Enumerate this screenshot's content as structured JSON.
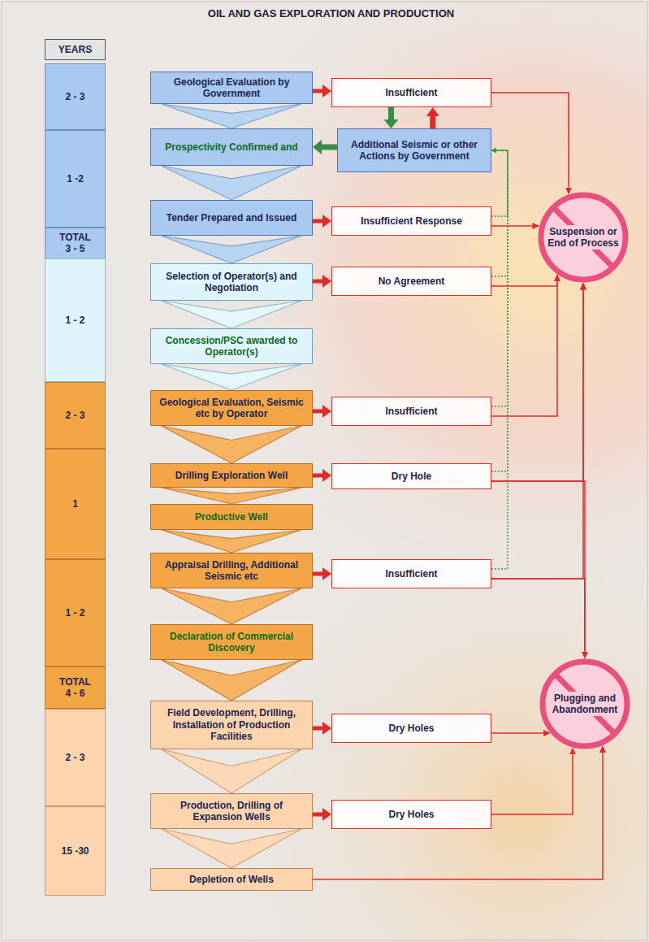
{
  "diagram": {
    "title": "OIL AND GAS EXPLORATION AND PRODUCTION",
    "nodes": [
      {
        "text": [
          "YEARS"
        ]
      },
      {
        "text": [
          "2 - 3"
        ]
      },
      {
        "text": [
          "1 -2"
        ]
      },
      {
        "text": [
          "TOTAL 3 - 5"
        ]
      },
      {
        "text": [
          "1 - 2"
        ]
      },
      {
        "text": [
          "2 - 3"
        ]
      },
      {
        "text": [
          "1"
        ]
      },
      {
        "text": [
          "1 - 2"
        ]
      },
      {
        "text": [
          "TOTAL 4 - 6"
        ]
      },
      {
        "text": [
          "2 - 3"
        ]
      },
      {
        "text": [
          "15 -30"
        ]
      },
      {
        "text": [
          "Geological Evaluation by Government"
        ]
      },
      {
        "text": [
          "Insufficient"
        ]
      },
      {
        "text": [
          "Prospectivity Confirmed and"
        ]
      },
      {
        "text": [
          "Additional Seismic or other Actions by Government"
        ]
      },
      {
        "text": [
          "Tender Prepared and Issued"
        ]
      },
      {
        "text": [
          "Insufficient Response"
        ]
      },
      {
        "text": [
          "Selection of Operator(s) and Negotiation"
        ]
      },
      {
        "text": [
          "No Agreement"
        ]
      },
      {
        "text": [
          "Concession/PSC awarded to Operator(s)"
        ]
      },
      {
        "text": [
          "Geological Evaluation, Seismic etc by Operator"
        ]
      },
      {
        "text": [
          "Insufficient"
        ]
      },
      {
        "text": [
          "Drilling Exploration Well"
        ]
      },
      {
        "text": [
          "Dry Hole"
        ]
      },
      {
        "text": [
          "Productive Well"
        ]
      },
      {
        "text": [
          "Appraisal Drilling, Additional Seismic etc"
        ]
      },
      {
        "text": [
          "Insufficient"
        ]
      },
      {
        "text": [
          "Declaration of Commercial Discovery"
        ]
      },
      {
        "text": [
          "Field Development, Drilling, Installation of Production Facilities"
        ]
      },
      {
        "text": [
          "Dry Holes"
        ]
      },
      {
        "text": [
          "Production, Drilling of Expansion Wells"
        ]
      },
      {
        "text": [
          "Dry Holes"
        ]
      },
      {
        "text": [
          "Depletion of Wells"
        ]
      },
      {
        "text": [
          "Suspension or End of Process"
        ]
      },
      {
        "text": [
          "Plugging and Abandonment"
        ]
      }
    ],
    "edges": [
      {
        "from": 11,
        "to": 13,
        "arrow": "to"
      },
      {
        "from": 13,
        "to": 15,
        "arrow": "to"
      },
      {
        "from": 15,
        "to": 17,
        "arrow": "to"
      },
      {
        "from": 17,
        "to": 19,
        "arrow": "to"
      },
      {
        "from": 19,
        "to": 20,
        "arrow": "to"
      },
      {
        "from": 20,
        "to": 22,
        "arrow": "to"
      },
      {
        "from": 22,
        "to": 24,
        "arrow": "to"
      },
      {
        "from": 24,
        "to": 25,
        "arrow": "to"
      },
      {
        "from": 25,
        "to": 27,
        "arrow": "to"
      },
      {
        "from": 27,
        "to": 28,
        "arrow": "to"
      },
      {
        "from": 28,
        "to": 30,
        "arrow": "to"
      },
      {
        "from": 30,
        "to": 32,
        "arrow": "to"
      },
      {
        "from": 11,
        "to": 12,
        "arrow": "to"
      },
      {
        "from": 15,
        "to": 16,
        "arrow": "to"
      },
      {
        "from": 17,
        "to": 18,
        "arrow": "to"
      },
      {
        "from": 20,
        "to": 21,
        "arrow": "to"
      },
      {
        "from": 22,
        "to": 23,
        "arrow": "to"
      },
      {
        "from": 25,
        "to": 26,
        "arrow": "to"
      },
      {
        "from": 28,
        "to": 29,
        "arrow": "to"
      },
      {
        "from": 30,
        "to": 31,
        "arrow": "to"
      },
      {
        "from": 12,
        "to": 14,
        "arrow": "to"
      },
      {
        "from": 14,
        "to": 12,
        "arrow": "to"
      },
      {
        "from": 14,
        "to": 13,
        "arrow": "to"
      },
      {
        "from": 12,
        "to": 33,
        "arrow": "to"
      },
      {
        "from": 16,
        "to": 33,
        "arrow": "to"
      },
      {
        "from": 18,
        "to": 33,
        "arrow": "to"
      },
      {
        "from": 21,
        "to": 33,
        "arrow": "to"
      },
      {
        "from": 23,
        "to": 33,
        "arrow": "to"
      },
      {
        "from": 23,
        "to": 34,
        "arrow": "to"
      },
      {
        "from": 26,
        "to": 33,
        "arrow": "to"
      },
      {
        "from": 26,
        "to": 34,
        "arrow": "to"
      },
      {
        "from": 29,
        "to": 34,
        "arrow": "to"
      },
      {
        "from": 31,
        "to": 34,
        "arrow": "to"
      },
      {
        "from": 32,
        "to": 34,
        "arrow": "to"
      },
      {
        "from": 16,
        "to": 14,
        "arrow": "to"
      },
      {
        "from": 18,
        "to": 14,
        "arrow": "to"
      },
      {
        "from": 21,
        "to": 14,
        "arrow": "to"
      },
      {
        "from": 23,
        "to": 14,
        "arrow": "to"
      },
      {
        "from": 26,
        "to": 14,
        "arrow": "to"
      }
    ]
  }
}
